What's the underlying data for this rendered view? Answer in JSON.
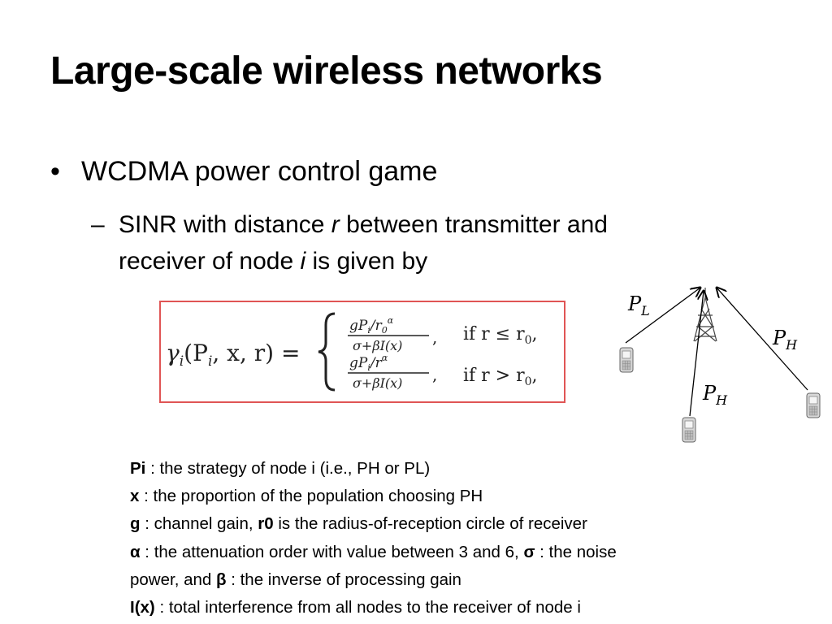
{
  "slide": {
    "title": "Large-scale wireless networks",
    "bullet": "WCDMA power control game",
    "sub": {
      "dash": "–",
      "part1": "SINR with distance ",
      "var_r": "r",
      "part2": " between transmitter and",
      "part3": "receiver of node ",
      "var_i": "i",
      "part4": " is given by"
    },
    "formula": {
      "lhs_gamma": "γ",
      "lhs_sub": "i",
      "lhs_args": "(P",
      "lhs_args_sub": "i",
      "lhs_rest": ", x, r) =",
      "case1_num": "gP",
      "case1_num_sub": "i",
      "case1_num_rest": "/r",
      "case1_num_sub0": "0",
      "case1_num_sup": "α",
      "den": "σ+βI(x)",
      "case1_comma": ",",
      "case1_cond": "if  r ≤ r",
      "case1_cond_sub": "0",
      "case1_cond_end": ",",
      "case2_num": "gP",
      "case2_num_sub": "i",
      "case2_num_rest": "/r",
      "case2_num_sup": "α",
      "case2_cond": "if  r > r",
      "case2_cond_sub": "0",
      "case2_cond_end": ","
    },
    "diagram": {
      "label_pl": "P",
      "label_pl_sub": "L",
      "label_ph_right": "P",
      "label_ph_right_sub": "H",
      "label_ph_bottom": "P",
      "label_ph_bottom_sub": "H"
    },
    "definitions": [
      {
        "term": "Pi",
        "text": " : the strategy of node i (i.e., PH or PL)"
      },
      {
        "term": "x",
        "text": " : the proportion of the population choosing PH"
      },
      {
        "term": "g",
        "text": " : channel gain, ",
        "term2": "r0",
        "text2": " is the radius-of-reception circle of receiver"
      },
      {
        "term": "α",
        "text": " : the attenuation order with value between 3 and 6, ",
        "term2": "σ",
        "text2": " : the noise"
      },
      {
        "term": "",
        "text": "power, and ",
        "term2": "β",
        "text2": " : the inverse of processing gain"
      },
      {
        "term": "I(x)",
        "text": " : total interference from all nodes to the receiver of node i"
      }
    ]
  }
}
